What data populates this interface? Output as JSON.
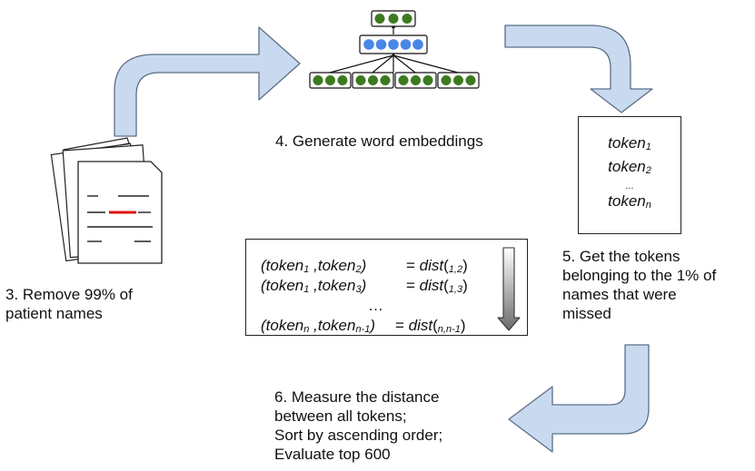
{
  "labels": {
    "step3": [
      "3. Remove 99% of",
      "patient names"
    ],
    "step4": "4. Generate word embeddings",
    "step5": [
      "5. Get the tokens",
      "belonging to the 1% of",
      "names that were",
      "missed"
    ],
    "step6": [
      "6. Measure the distance",
      "between all tokens;",
      "Sort by ascending order;",
      "Evaluate top 600"
    ]
  },
  "token_box": {
    "word": "token",
    "subs": [
      "1",
      "2",
      "n"
    ],
    "ellipsis": "..."
  },
  "distance_box": {
    "word": "token",
    "dist_word": "dist",
    "rows": [
      {
        "a": "1",
        "b": "2",
        "d": "1,2"
      },
      {
        "a": "1",
        "b": "3",
        "d": "1,3"
      },
      {
        "a": "n",
        "b": "n-1",
        "d": "n,n-1"
      }
    ],
    "ellipsis": "…"
  },
  "colors": {
    "arrow_fill": "#c9daf0",
    "arrow_stroke": "#5a6f86",
    "node_green": "#3d7a1f",
    "node_blue": "#4a86e8",
    "highlight_red": "#e01010"
  },
  "icons": [
    "document-stack-icon",
    "neural-network-icon",
    "sort-down-arrow-icon"
  ]
}
